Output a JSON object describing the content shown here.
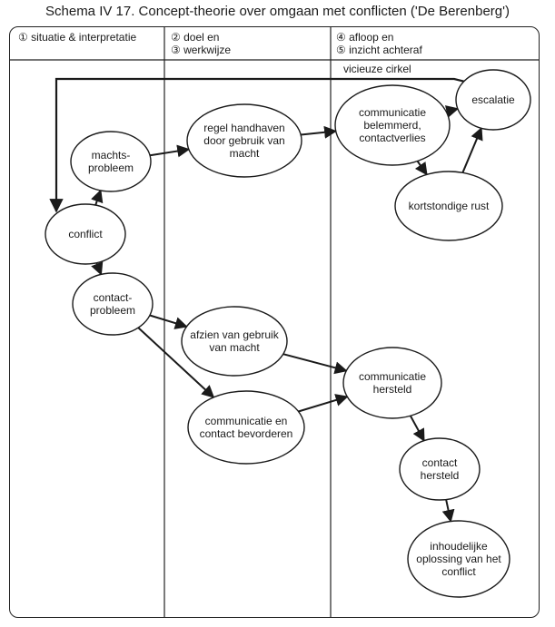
{
  "title": "Schema IV 17. Concept-theorie over omgaan met conflicten ('De Berenberg')",
  "columns": [
    {
      "lines": [
        "① situatie & interpretatie"
      ]
    },
    {
      "lines": [
        "② doel en",
        "③ werkwijze"
      ]
    },
    {
      "lines": [
        "④ afloop en",
        "⑤ inzicht achteraf"
      ]
    }
  ],
  "loop_label": "vicieuze cirkel",
  "nodes": {
    "conflict": [
      "conflict"
    ],
    "machtsprobleem": [
      "machts-",
      "probleem"
    ],
    "contactprobleem": [
      "contact-",
      "probleem"
    ],
    "regel": [
      "regel handhaven",
      "door gebruik van",
      "macht"
    ],
    "afzien": [
      "afzien van gebruik",
      "van macht"
    ],
    "bevorderen": [
      "communicatie en",
      "contact bevorderen"
    ],
    "belemmerd": [
      "communicatie",
      "belemmerd,",
      "contactverlies"
    ],
    "escalatie": [
      "escalatie"
    ],
    "rust": [
      "kortstondige rust"
    ],
    "hersteld": [
      "communicatie",
      "hersteld"
    ],
    "contact_hersteld": [
      "contact",
      "hersteld"
    ],
    "oplossing": [
      "inhoudelijke",
      "oplossing van het",
      "conflict"
    ]
  }
}
